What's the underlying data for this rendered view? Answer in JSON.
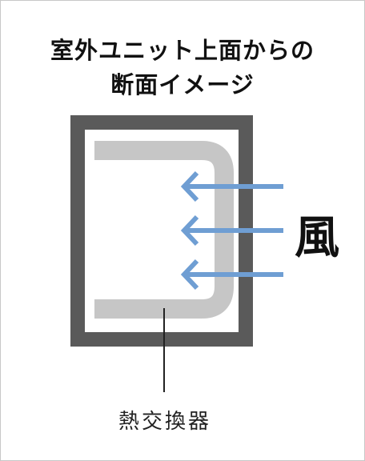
{
  "title": {
    "line1": "室外ユニット上面からの",
    "line2": "断面イメージ"
  },
  "labels": {
    "wind": "風",
    "heat_exchanger": "熱交換器"
  },
  "colors": {
    "unit_frame": "#5a5a5a",
    "heat_exchanger": "#c6c6c6",
    "wind_arrow": "#6f9ed3",
    "leader_line": "#222222",
    "border": "#c8c8c8"
  },
  "icons": {
    "wind_arrows": [
      "arrow-left-icon",
      "arrow-left-icon",
      "arrow-left-icon"
    ]
  }
}
